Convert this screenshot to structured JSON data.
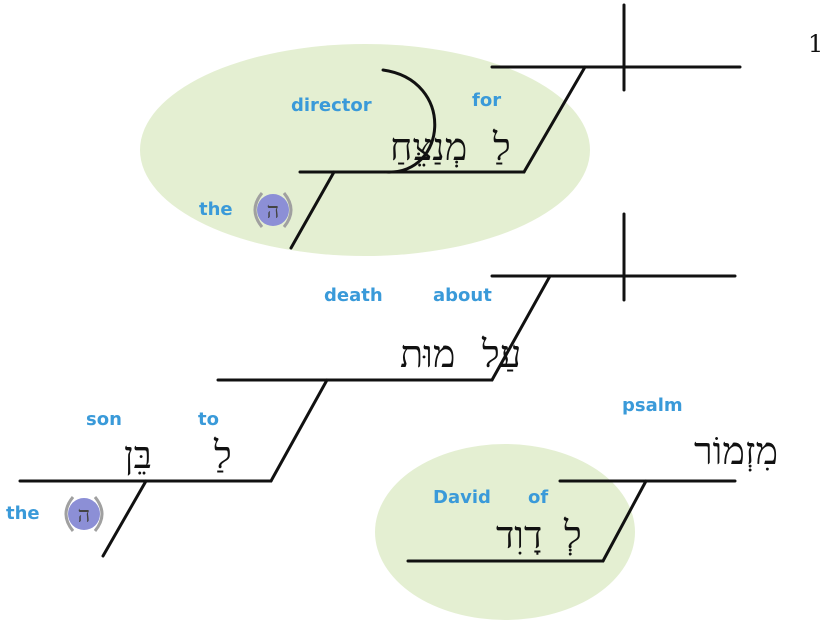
{
  "verse_number": "1",
  "colors": {
    "line": "#111111",
    "gloss": "#3a9ad9",
    "highlight": "#e4efd2",
    "article_fill": "#8c8fd6",
    "article_ring": "#a0a0a0",
    "hebrew": "#111111"
  },
  "words": {
    "director_gloss": "director",
    "director_hebrew": "מְנַצֵּחַ",
    "for_gloss": "for",
    "for_hebrew": "לַ",
    "the1_gloss": "the",
    "the1_hebrew": "ה",
    "death_gloss": "death",
    "death_hebrew": "מוּת",
    "about_gloss": "about",
    "about_hebrew": "עַל",
    "son_gloss": "son",
    "son_hebrew": "בֵּן",
    "to_gloss": "to",
    "to_hebrew": "לַ",
    "the2_gloss": "the",
    "the2_hebrew": "ה",
    "psalm_gloss": "psalm",
    "psalm_hebrew": "מִזְמוֹר",
    "david_gloss": "David",
    "david_hebrew": "דָוִד",
    "of_gloss": "of",
    "of_hebrew": "לְ"
  }
}
